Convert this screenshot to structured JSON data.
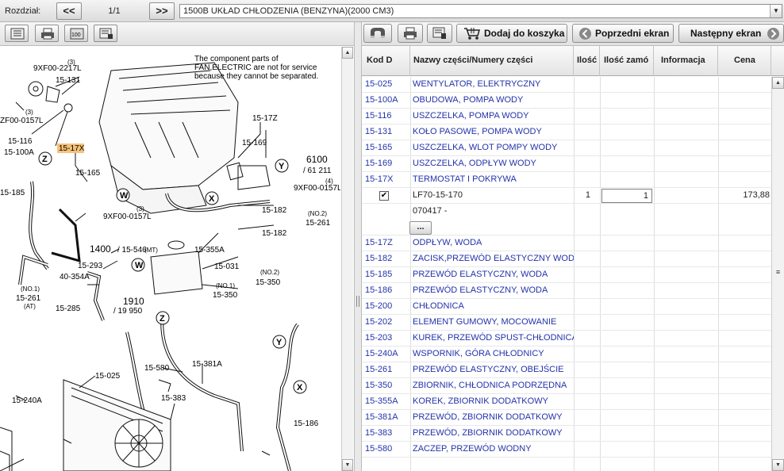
{
  "topbar": {
    "label": "Rozdział:",
    "prev": "<<",
    "next": ">>",
    "page": "1/1",
    "section": "1500B  UKŁAD CHŁODZENIA (BENZYNA)(2000 CM3)",
    "dropdown_arrow": "▼"
  },
  "left_toolbar": {
    "icons": [
      "print-list-icon",
      "print-icon",
      "zoom-100-icon",
      "save-print-icon"
    ],
    "zoom_label": "100"
  },
  "diagram": {
    "note": "The component parts of FAN,ELECTRIC are not for service because they cannot be separated.",
    "note_lines": [
      "The component parts of",
      "FAN,ELECTRIC are not for service",
      "because they cannot be separated."
    ],
    "highlight": "15-17X",
    "labels": [
      {
        "t": "9XF00-2217L"
      },
      {
        "t": "(3)"
      },
      {
        "t": "15-131"
      },
      {
        "t": "(3)"
      },
      {
        "t": "15-116"
      },
      {
        "t": "ZF00-0157L"
      },
      {
        "t": "15-100A"
      },
      {
        "t": "15-17X"
      },
      {
        "t": "15-165"
      },
      {
        "t": "15-185"
      },
      {
        "t": "15-17Z"
      },
      {
        "t": "15-169"
      },
      {
        "t": "6100"
      },
      {
        "t": "/ 61 211"
      },
      {
        "t": "(4)"
      },
      {
        "t": "9XF00-0157L"
      },
      {
        "t": "15-182"
      },
      {
        "t": "(NO.2)"
      },
      {
        "t": "15-261"
      },
      {
        "t": "15-182"
      },
      {
        "t": "(3)"
      },
      {
        "t": "9XF00-0157L"
      },
      {
        "t": "1400"
      },
      {
        "t": "/ 15-546"
      },
      {
        "t": "(MT)"
      },
      {
        "t": "15-293"
      },
      {
        "t": "40-354A"
      },
      {
        "t": "(NO.1)"
      },
      {
        "t": "15-261"
      },
      {
        "t": "(AT)"
      },
      {
        "t": "15-285"
      },
      {
        "t": "1910"
      },
      {
        "t": "/ 19 950"
      },
      {
        "t": "15-355A"
      },
      {
        "t": "15-031"
      },
      {
        "t": "(NO.2)"
      },
      {
        "t": "15-350"
      },
      {
        "t": "(NO.1)"
      },
      {
        "t": "15-350"
      },
      {
        "t": "15-580"
      },
      {
        "t": "15-381A"
      },
      {
        "t": "15-025"
      },
      {
        "t": "15-383"
      },
      {
        "t": "15-240A"
      },
      {
        "t": "15-186"
      },
      {
        "t": "Z"
      },
      {
        "t": "Z"
      },
      {
        "t": "W"
      },
      {
        "t": "W"
      },
      {
        "t": "Y"
      },
      {
        "t": "Y"
      },
      {
        "t": "X"
      },
      {
        "t": "X"
      }
    ]
  },
  "right_toolbar": {
    "add_to_cart": "Dodaj do koszyka",
    "prev_screen": "Poprzedni ekran",
    "next_screen": "Następny ekran"
  },
  "grid": {
    "headers": {
      "code": "Kod D",
      "name": "Nazwy części/Numery części",
      "qty": "Ilość",
      "ordered": "Ilość zamó",
      "info": "Informacja",
      "price": "Cena"
    },
    "rows_top": [
      {
        "code": "15-025",
        "name": "WENTYLATOR, ELEKTRYCZNY"
      },
      {
        "code": "15-100A",
        "name": "OBUDOWA, POMPA WODY"
      },
      {
        "code": "15-116",
        "name": "USZCZELKA, POMPA WODY"
      },
      {
        "code": "15-131",
        "name": "KOŁO PASOWE, POMPA WODY"
      },
      {
        "code": "15-165",
        "name": "USZCZELKA, WLOT POMPY WODY"
      },
      {
        "code": "15-169",
        "name": "USZCZELKA, ODPŁYW WODY"
      },
      {
        "code": "15-17X",
        "name": "TERMOSTAT I POKRYWA"
      }
    ],
    "detail": {
      "checked": "✔",
      "part_number": "LF70-15-170",
      "qty": "1",
      "order_qty": "1",
      "price": "173,88",
      "sub": "070417  -",
      "more": "..."
    },
    "rows_bottom": [
      {
        "code": "15-17Z",
        "name": "ODPŁYW, WODA"
      },
      {
        "code": "15-182",
        "name": "ZACISK,PRZEWÓD ELASTYCZNY WODY"
      },
      {
        "code": "15-185",
        "name": "PRZEWÓD ELASTYCZNY, WODA"
      },
      {
        "code": "15-186",
        "name": "PRZEWÓD ELASTYCZNY, WODA"
      },
      {
        "code": "15-200",
        "name": "CHŁODNICA"
      },
      {
        "code": "15-202",
        "name": "ELEMENT GUMOWY, MOCOWANIE"
      },
      {
        "code": "15-203",
        "name": "KUREK, PRZEWÓD SPUST-CHŁODNICA"
      },
      {
        "code": "15-240A",
        "name": "WSPORNIK, GÓRA CHŁODNICY"
      },
      {
        "code": "15-261",
        "name": "PRZEWÓD ELASTYCZNY, OBEJŚCIE"
      },
      {
        "code": "15-350",
        "name": "ZBIORNIK, CHŁODNICA PODRZĘDNA"
      },
      {
        "code": "15-355A",
        "name": "KOREK, ZBIORNIK DODATKOWY"
      },
      {
        "code": "15-381A",
        "name": "PRZEWÓD, ZBIORNIK DODATKOWY"
      },
      {
        "code": "15-383",
        "name": "PRZEWÓD, ZBIORNIK DODATKOWY"
      },
      {
        "code": "15-580",
        "name": "ZACZEP, PRZEWÓD WODNY"
      }
    ]
  },
  "colors": {
    "link_text": "#2233aa",
    "highlight": "#f5c27a"
  }
}
